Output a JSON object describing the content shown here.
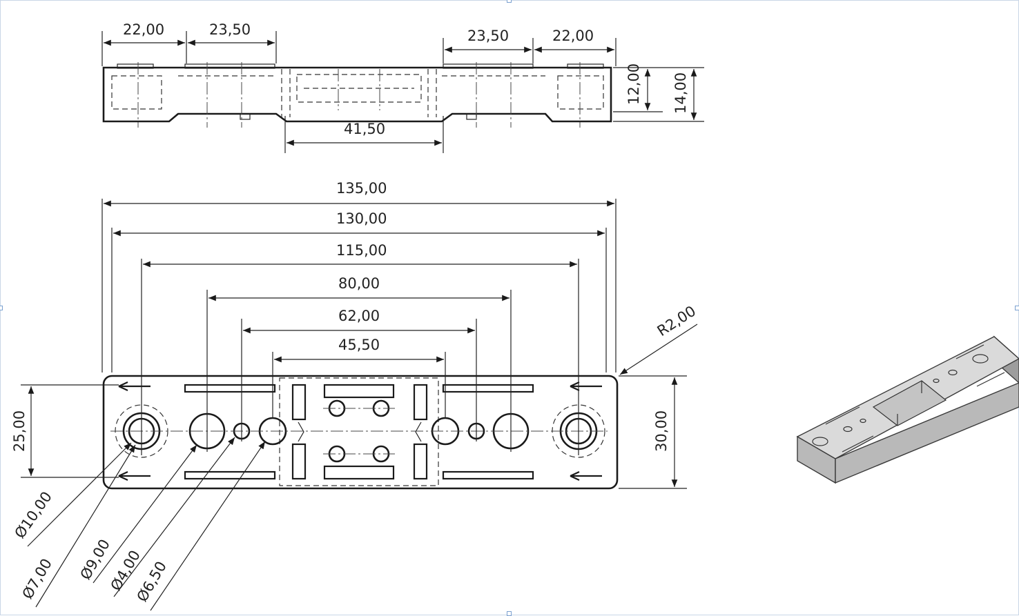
{
  "drawing": {
    "top_view": {
      "dims": {
        "left_22": "22,00",
        "left_23_5": "23,50",
        "right_23_5": "23,50",
        "right_22": "22,00",
        "height_12": "12,00",
        "height_14": "14,00",
        "center_41_5": "41,50"
      }
    },
    "front_view": {
      "dims": {
        "d135": "135,00",
        "d130": "130,00",
        "d115": "115,00",
        "d80": "80,00",
        "d62": "62,00",
        "d45_5": "45,50",
        "d25": "25,00",
        "d30": "30,00",
        "r2": "R2,00"
      },
      "hole_callouts": {
        "phi10": "Ø10,00",
        "phi7": "Ø7,00",
        "phi9": "Ø9,00",
        "phi4": "Ø4,00",
        "phi6_5": "Ø6,50"
      }
    },
    "iso_view": {
      "shading": {
        "top": "#dadada",
        "front": "#b9b9b9",
        "side": "#9d9d9d",
        "edges": "#3a3a3a"
      }
    }
  }
}
